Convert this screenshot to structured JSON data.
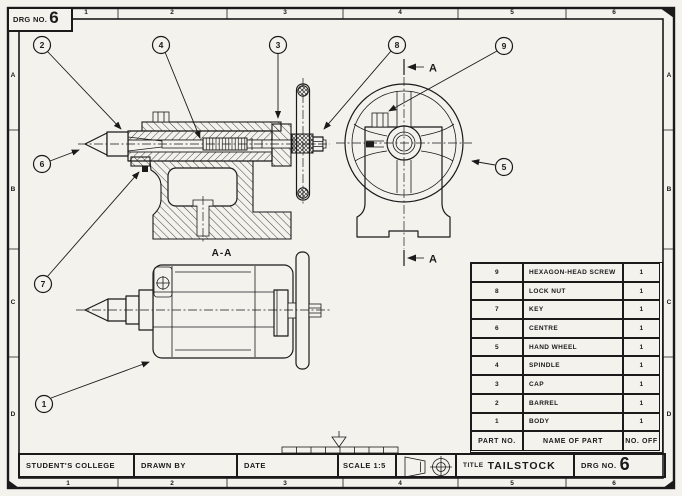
{
  "sheet": {
    "drg_no_label": "DRG NO.",
    "drg_no_value": "6"
  },
  "zones": {
    "top": [
      "1",
      "2",
      "3",
      "4",
      "5",
      "6"
    ],
    "bottom": [
      "1",
      "2",
      "3",
      "4",
      "5",
      "6"
    ],
    "left": [
      "A",
      "B",
      "C",
      "D"
    ],
    "right": [
      "A",
      "B",
      "C",
      "D"
    ]
  },
  "views": {
    "section_label": "A-A",
    "cutting_plane_letter": "A"
  },
  "balloons": {
    "labels": [
      "1",
      "2",
      "3",
      "4",
      "5",
      "6",
      "7",
      "8",
      "9"
    ]
  },
  "parts_table": {
    "headers": {
      "part_no": "PART NO.",
      "name": "NAME OF PART",
      "no_off": "NO. OFF"
    },
    "rows": [
      {
        "part_no": "9",
        "name": "HEXAGON-HEAD SCREW",
        "no_off": "1"
      },
      {
        "part_no": "8",
        "name": "LOCK NUT",
        "no_off": "1"
      },
      {
        "part_no": "7",
        "name": "KEY",
        "no_off": "1"
      },
      {
        "part_no": "6",
        "name": "CENTRE",
        "no_off": "1"
      },
      {
        "part_no": "5",
        "name": "HAND WHEEL",
        "no_off": "1"
      },
      {
        "part_no": "4",
        "name": "SPINDLE",
        "no_off": "1"
      },
      {
        "part_no": "3",
        "name": "CAP",
        "no_off": "1"
      },
      {
        "part_no": "2",
        "name": "BARREL",
        "no_off": "1"
      },
      {
        "part_no": "1",
        "name": "BODY",
        "no_off": "1"
      }
    ]
  },
  "title_block": {
    "college": "STUDENT'S COLLEGE",
    "drawn_by": "DRAWN BY",
    "date": "DATE",
    "scale": "SCALE 1:5",
    "title_label": "TITLE",
    "title_value": "TAILSTOCK",
    "drg_no_label": "DRG NO.",
    "drg_no_value": "6"
  },
  "colors": {
    "ink": "#1a1a1a",
    "paper": "#f3f2ed"
  }
}
